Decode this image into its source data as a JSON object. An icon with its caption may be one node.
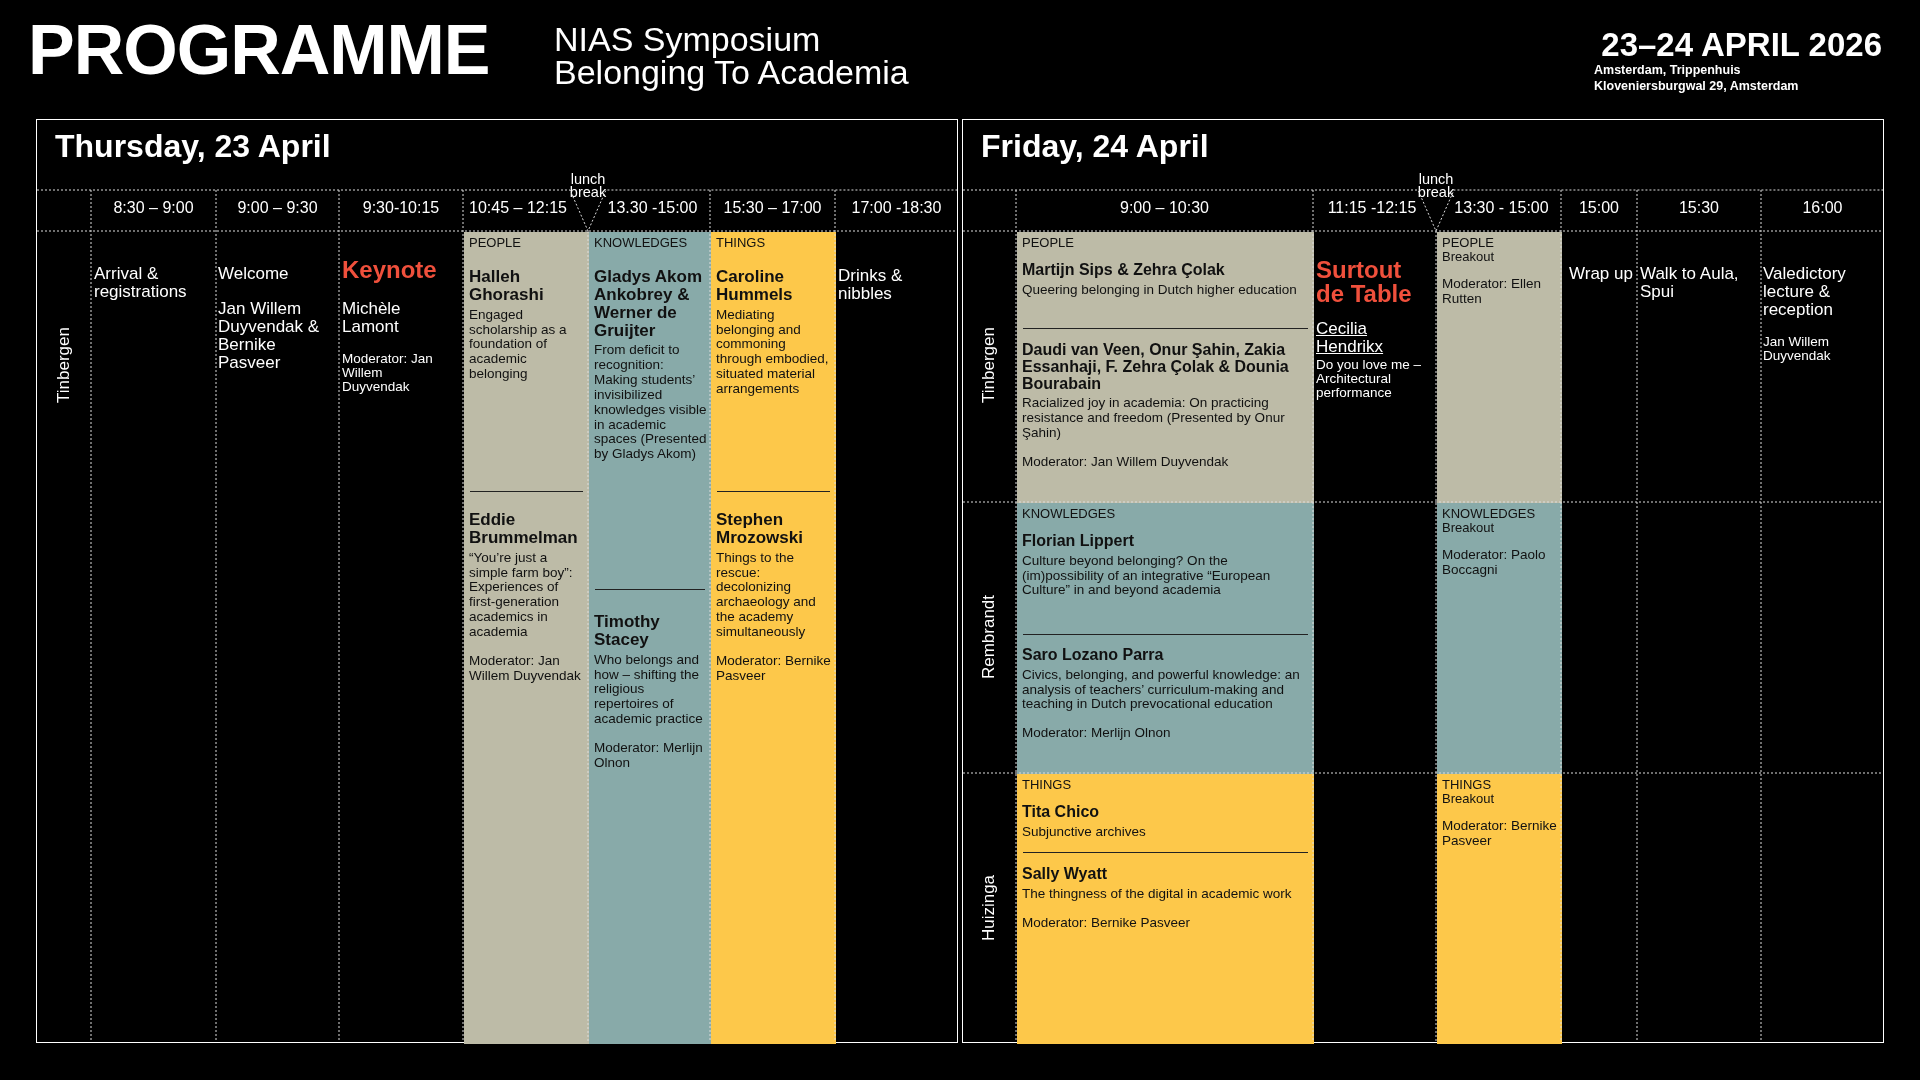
{
  "diagram": {
    "title": "PROGRAMME",
    "nodes": [
      {
        "text": [
          "Thursday, 23 April"
        ]
      },
      {
        "text": [
          "PEOPLE",
          "Halleh Ghorashi",
          "Engaged scholarship as a foundation of academic belonging",
          "Eddie Brummelman",
          "“You’re just a simple farm boy”: Experiences of first-generation academics in academia",
          "Moderator: Jan Willem Duyvendak"
        ],
        "in": 0
      },
      {
        "text": [
          "KNOWLEDGES",
          "Gladys Akom Ankobrey & Werner de Gruijter",
          "From deficit to recognition: Making students’ invisibilized knowledges visible in academic spaces (Presented by Gladys Akom)",
          "Timothy Stacey",
          "Who belongs and how – shifting the religious repertoires of academic practice",
          "Moderator: Merlijn Olnon"
        ],
        "in": 0
      },
      {
        "text": [
          "THINGS",
          "Caroline Hummels",
          "Mediating belonging and commoning through embodied, situated material arrangements",
          "Stephen Mrozowski",
          "Things to the rescue: decolonizing archaeology and the academy simultaneously",
          "Moderator: Bernike Pasveer"
        ],
        "in": 0
      },
      {
        "text": [
          "Friday, 24 April"
        ]
      },
      {
        "text": [
          "PEOPLE",
          "Martijn Sips & Zehra Çolak",
          "Queering belonging in Dutch higher education",
          "Daudi van Veen, Onur Şahin, Zakia Essanhaji, F. Zehra Çolak & Dounia Bourabain",
          "Racialized joy in academia: On practicing resistance and freedom (Presented by Onur Şahin)",
          "Moderator: Jan Willem Duyvendak"
        ],
        "in": 4
      },
      {
        "text": [
          "KNOWLEDGES",
          "Florian Lippert",
          "Culture beyond belonging? On the (im)possibility of an integrative “European Culture” in and beyond academia",
          "Saro Lozano Parra",
          "Civics, belonging, and powerful knowledge: an analysis of teachers’ curriculum-making and teaching in Dutch prevocational education",
          "Moderator: Merlijn Olnon"
        ],
        "in": 4
      },
      {
        "text": [
          "THINGS",
          "Tita Chico",
          "Subjunctive archives",
          "Sally Wyatt",
          "The thingness of the digital in academic work",
          "Moderator: Bernike Pasveer"
        ],
        "in": 4
      },
      {
        "text": [
          "PEOPLE",
          "Breakout",
          "Moderator: Ellen Rutten"
        ],
        "in": 4
      },
      {
        "text": [
          "KNOWLEDGES",
          "Breakout",
          "Moderator: Paolo Boccagni"
        ],
        "in": 4
      },
      {
        "text": [
          "THINGS",
          "Breakout",
          "Moderator: Bernike Pasveer"
        ],
        "in": 4
      }
    ],
    "labels": [
      "NIAS Symposium",
      "Belonging To Academia",
      "23–24 APRIL 2026",
      "Amsterdam, Trippenhuis",
      "Kloveniersburgwal 29, Amsterdam",
      "8:30 – 9:00",
      "9:00 – 9:30",
      "9:30-10:15",
      "10:45 – 12:15",
      "lunch break",
      "13.30 -15:00",
      "15:30 – 17:00",
      "17:00 -18:30",
      "Tinbergen",
      "Arrival & registrations",
      "Welcome",
      "Jan Willem Duyvendak & Bernike Pasveer",
      "Keynote",
      "Michèle Lamont",
      "Moderator: Jan Willem Duyvendak",
      "Drinks & nibbles",
      "9:00 – 10:30",
      "11:15 -12:15",
      "lunch break",
      "13:30 - 15:00",
      "15:00",
      "15:30",
      "16:00",
      "Tinbergen",
      "Surtout de Table",
      "Cecilia Hendrikx",
      "Do you love me – Architectural performance",
      "Wrap up",
      "Walk to Aula, Spui",
      "Valedictory lecture & reception",
      "Jan Willem Duyvendak",
      "Rembrandt",
      "Huizinga"
    ]
  }
}
